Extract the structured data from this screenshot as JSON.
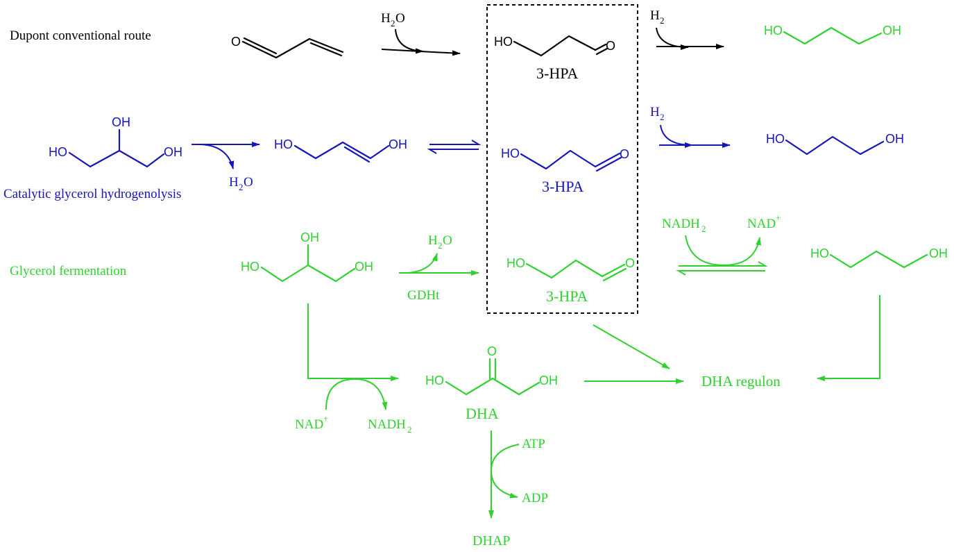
{
  "routes": {
    "dupont": "Dupont conventional route",
    "catalytic": "Catalytic glycerol hydrogenolysis",
    "fermentation": "Glycerol fermentation"
  },
  "labels": {
    "hpa": "3-HPA",
    "dha": "DHA",
    "dhap": "DHAP",
    "regulon": "DHA regulon",
    "gdht": "GDHt"
  },
  "reagents": {
    "h2": "H",
    "h2_sub": "2",
    "h2o_h": "H",
    "h2o_sub": "2",
    "h2o_o": "O",
    "nadh2": "NADH",
    "nadh2_sub": "2",
    "nad": "NAD",
    "nad_sup": "+",
    "atp": "ATP",
    "adp": "ADP"
  },
  "atoms": {
    "oh": "OH",
    "ho": "HO",
    "o": "O"
  },
  "colors": {
    "dupont": "#000000",
    "catalytic": "#1515b8",
    "fermentation": "#2fd12f"
  }
}
